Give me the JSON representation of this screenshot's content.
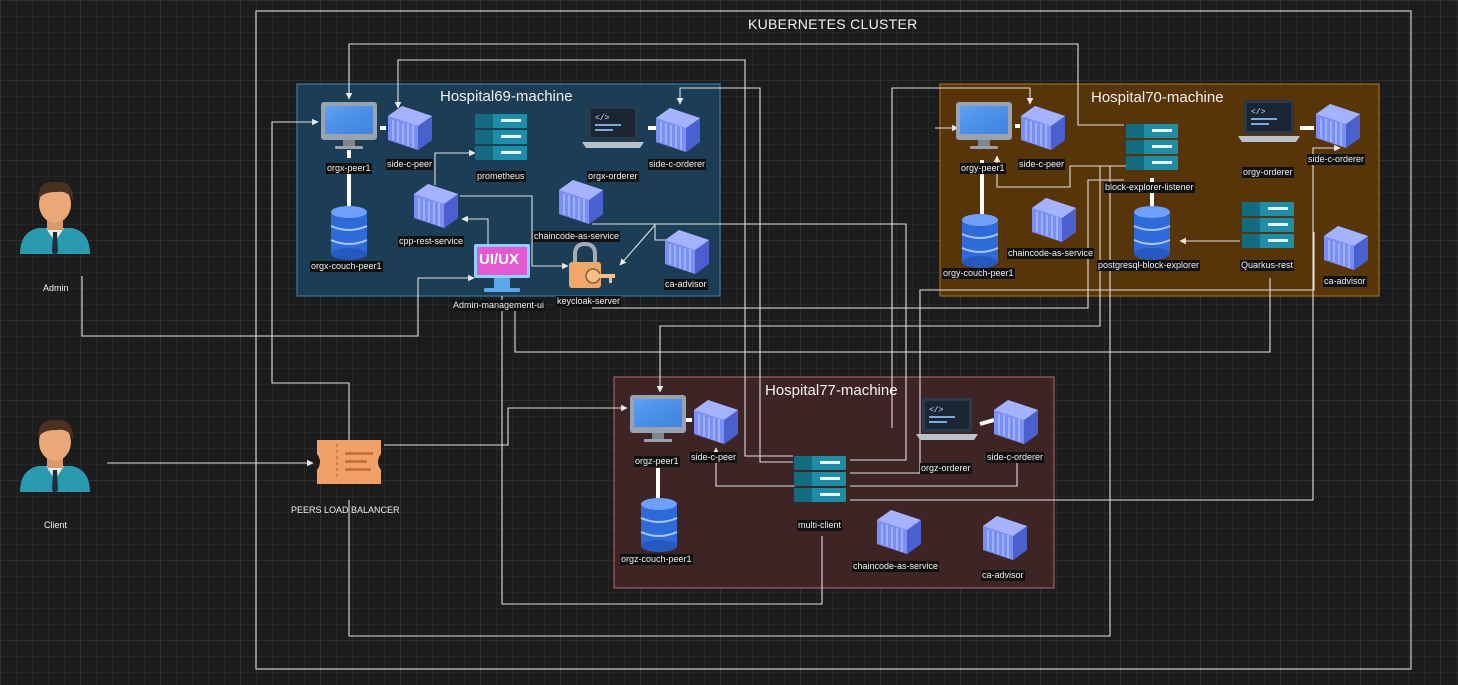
{
  "cluster": {
    "title": "KUBERNETES CLUSTER"
  },
  "actors": {
    "admin": "Admin",
    "client": "Client"
  },
  "load_balancer": {
    "label": "PEERS LOAD BALANCER"
  },
  "hospital69": {
    "title": "Hospital69-machine",
    "color": "#1b3d55",
    "orgx_peer1": "orgx-peer1",
    "side_c_peer": "side-c-peer",
    "prometheus": "prometheus",
    "orgx_orderer": "orgx-orderer",
    "side_c_orderer": "side-c-orderer",
    "cpp_rest_service": "cpp-rest-service",
    "chaincode_as_service": "chaincode-as-service",
    "orgx_couch_peer1": "orgx-couch-peer1",
    "admin_management_ui": "Admin-management-ui",
    "ui_badge": "UI/UX",
    "keycloak_server": "keycloak-server",
    "ca_advisor": "ca-advisor"
  },
  "hospital70": {
    "title": "Hospital70-machine",
    "color": "#573508",
    "orgy_peer1": "orgy-peer1",
    "side_c_peer": "side-c-peer",
    "block_explorer_listener": "block-explorer-listener",
    "orgy_orderer": "orgy-orderer",
    "side_c_orderer": "side-c-orderer",
    "chaincode_as_service": "chaincode-as-service",
    "postgresql_block_explorer": "postgresql-block-explorer",
    "quarkus_rest": "Quarkus-rest",
    "orgy_couch_peer1": "orgy-couch-peer1",
    "ca_advisor": "ca-advisor"
  },
  "hospital77": {
    "title": "Hospital77-machine",
    "color": "#3e2424",
    "orgz_peer1": "orgz-peer1",
    "side_c_peer": "side-c-peer",
    "orgz_orderer": "orgz-orderer",
    "side_c_orderer": "side-c-orderer",
    "multi_client": "multi-client",
    "orgz_couch_peer1": "orgz-couch-peer1",
    "chaincode_as_service": "chaincode-as-service",
    "ca_advisor": "ca-advisor"
  }
}
